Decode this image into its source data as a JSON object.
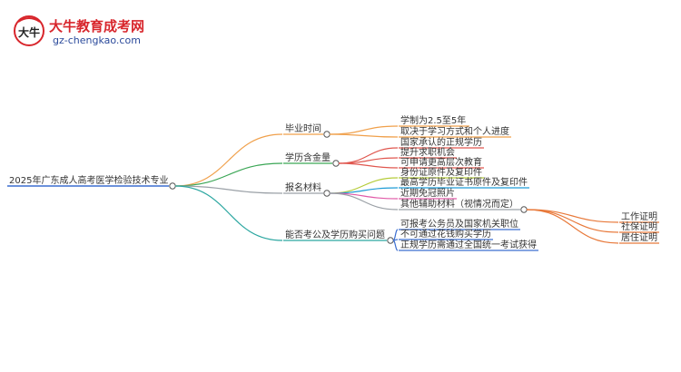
{
  "logo": {
    "brand_name": "大牛教育成考网",
    "url": "gz-chengkao.com",
    "mark_text": "大牛"
  },
  "mindmap": {
    "root": "2025年广东成人高考医学检验技术专业",
    "branches": [
      {
        "label": "毕业时间",
        "color": "#f0a04b",
        "children": [
          {
            "label": "学制为2.5至5年",
            "color": "#f0a04b"
          },
          {
            "label": "取决于学习方式和个人进度",
            "color": "#f0a04b"
          }
        ]
      },
      {
        "label": "学历含金量",
        "color": "#3aa655",
        "children": [
          {
            "label": "国家承认的正规学历",
            "color": "#e0574f"
          },
          {
            "label": "提升求职机会",
            "color": "#e0574f"
          },
          {
            "label": "可申请更高层次教育",
            "color": "#e0574f"
          }
        ]
      },
      {
        "label": "报名材料",
        "color": "#9aa0a6",
        "children": [
          {
            "label": "身份证原件及复印件",
            "color": "#b5cc3a"
          },
          {
            "label": "最高学历毕业证书原件及复印件",
            "color": "#1f9cd6"
          },
          {
            "label": "近期免冠照片",
            "color": "#e05aa8"
          },
          {
            "label": "其他辅助材料（视情况而定）",
            "color": "#9aa0a6",
            "children": [
              {
                "label": "工作证明",
                "color": "#e8793a"
              },
              {
                "label": "社保证明",
                "color": "#e8793a"
              },
              {
                "label": "居住证明",
                "color": "#e8793a"
              }
            ]
          }
        ]
      },
      {
        "label": "能否考公及学历购买问题",
        "color": "#2aa6a0",
        "children": [
          {
            "label": "可报考公务员及国家机关职位",
            "color": "#3c6fd1"
          },
          {
            "label": "不可通过花钱购买学历",
            "color": "#3c6fd1"
          },
          {
            "label": "正规学历需通过全国统一考试获得",
            "color": "#3c6fd1"
          }
        ]
      }
    ]
  }
}
